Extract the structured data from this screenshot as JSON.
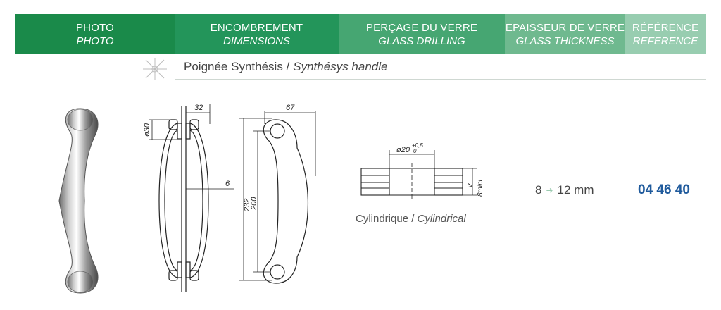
{
  "header": {
    "photo": {
      "fr": "PHOTO",
      "en": "PHOTO"
    },
    "dimensions": {
      "fr": "ENCOMBREMENT",
      "en": "DIMENSIONS"
    },
    "drilling": {
      "fr": "PERÇAGE DU VERRE",
      "en": "GLASS DRILLING"
    },
    "thickness": {
      "fr": "EPAISSEUR DE VERRE",
      "en": "GLASS THICKNESS"
    },
    "reference": {
      "fr": "RÉFÉRENCE",
      "en": "REFERENCE"
    }
  },
  "product": {
    "name_fr": "Poignée Synthésis /",
    "name_en": "Synthésys handle",
    "icon": "sparkle-icon"
  },
  "dimensions_drawing": {
    "d_32": "32",
    "d_30": "ø30",
    "d_6": "6",
    "d_232": "232",
    "d_200": "200",
    "d_67": "67"
  },
  "drilling": {
    "hole": "ø20",
    "tol_plus": "+0,5",
    "tol_zero": "0",
    "v_label": "V",
    "v_min": "8mini",
    "type_fr": "Cylindrique /",
    "type_en": "Cylindrical"
  },
  "thickness": {
    "from": "8",
    "arrow": "➜",
    "to": "12 mm"
  },
  "reference": "04 46 40"
}
